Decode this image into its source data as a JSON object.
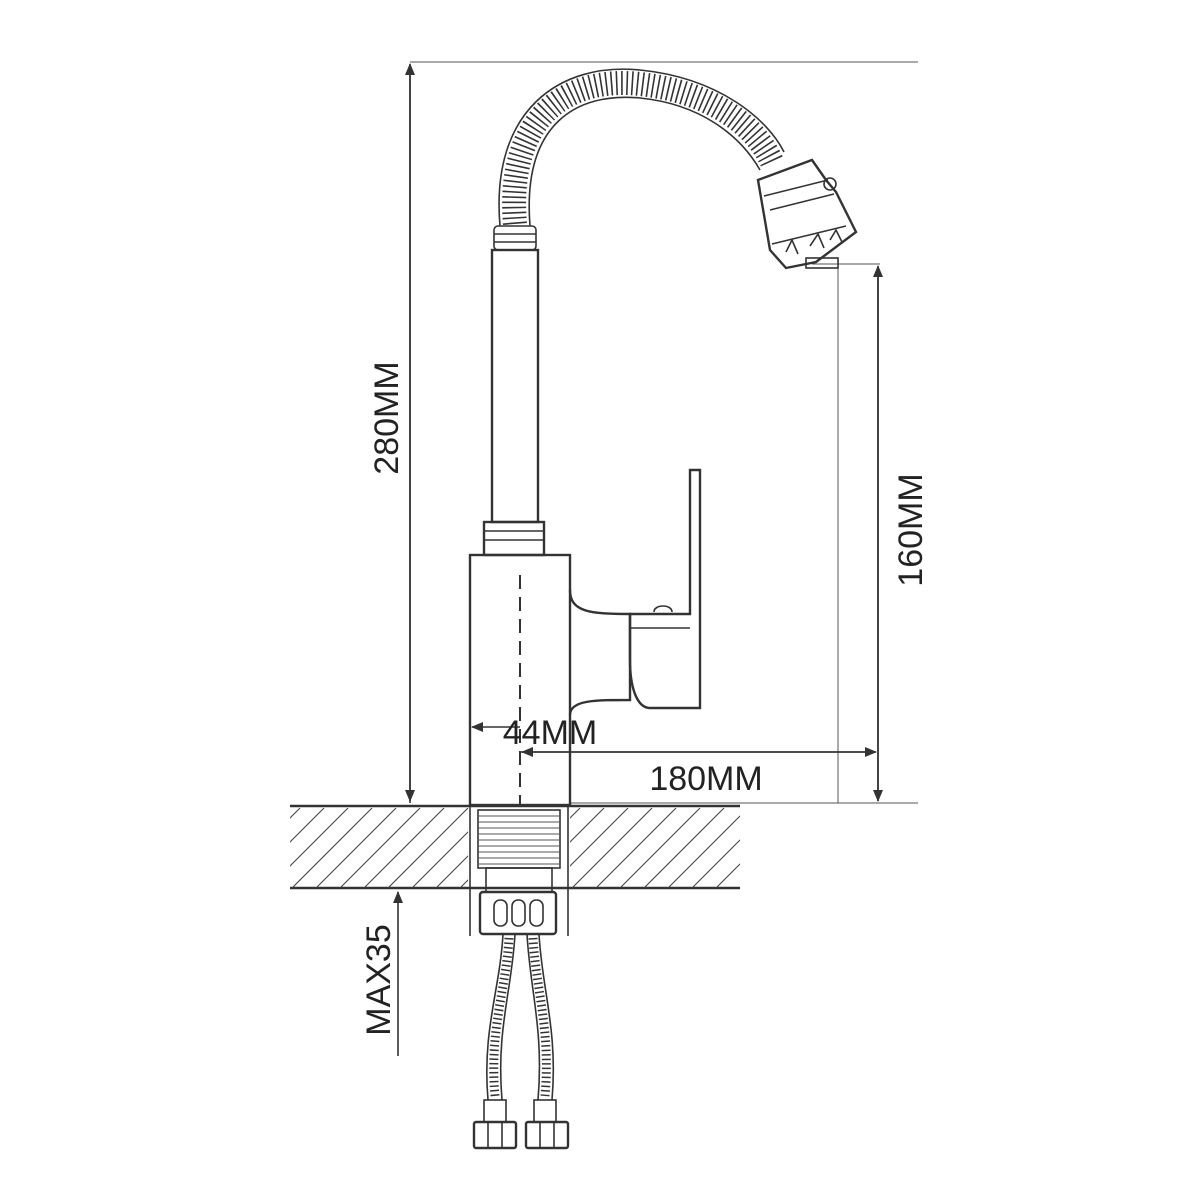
{
  "dimensions": {
    "total_height": "280MM",
    "spout_height": "160MM",
    "spout_reach": "180MM",
    "body_offset": "44MM",
    "max_thickness": "MAX35"
  },
  "colors": {
    "line": "#333333",
    "background": "#ffffff"
  }
}
